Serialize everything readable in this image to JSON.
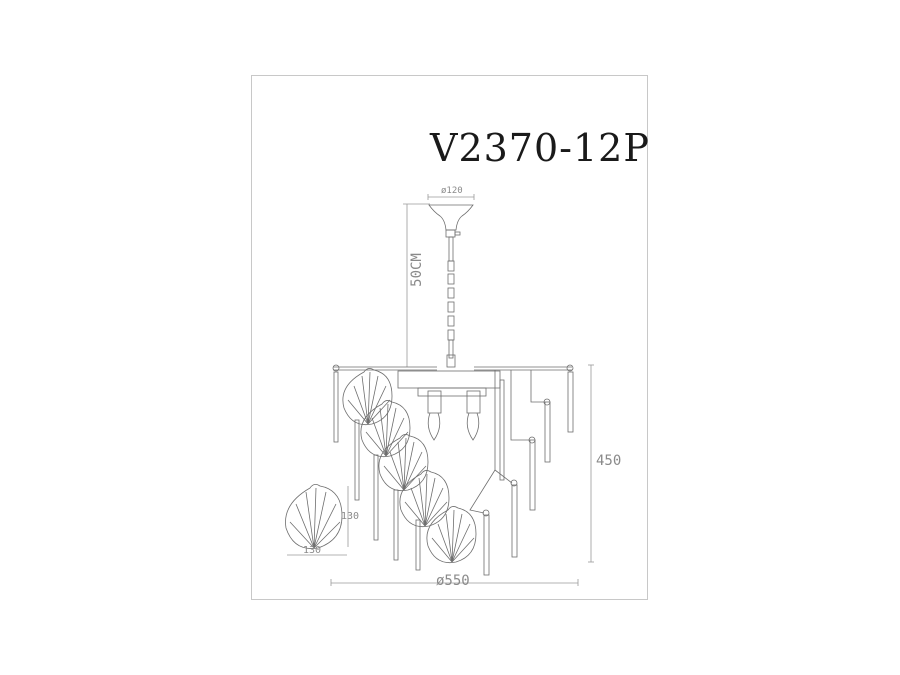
{
  "document": {
    "model_number": "V2370-12P",
    "dimensions": {
      "canopy_diameter": "ø120",
      "chain_length": "50CM",
      "height": "450",
      "diameter": "ø550",
      "shade_height": "130",
      "shade_width": "130"
    },
    "colors": {
      "line": "#6e6e6e",
      "dimension_line": "#9a9a9a",
      "frame": "#c8c8c8",
      "title": "#1a1a1a"
    }
  }
}
